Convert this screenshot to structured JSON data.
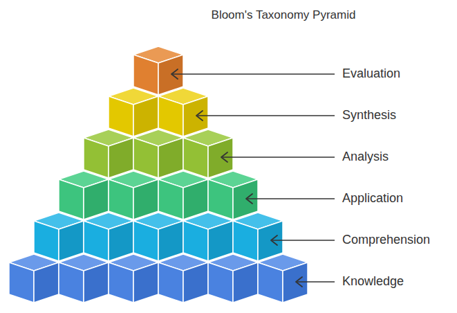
{
  "diagram": {
    "title": "Bloom's Taxonomy Pyramid",
    "labels": [
      "Evaluation",
      "Synthesis",
      "Analysis",
      "Application",
      "Comprehension",
      "Knowledge"
    ]
  }
}
